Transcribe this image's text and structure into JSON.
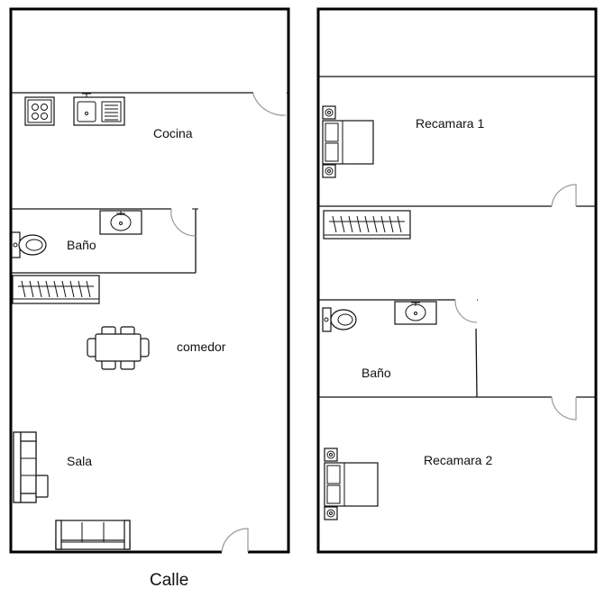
{
  "plan": {
    "rooms": {
      "cocina": "Cocina",
      "bano_1": "Baño",
      "comedor": "comedor",
      "sala": "Sala",
      "recamara_1": "Recamara 1",
      "bano_2": "Baño",
      "recamara_2": "Recamara 2"
    },
    "street": "Calle"
  },
  "colors": {
    "wall": "#000000",
    "door_swing": "#999999"
  }
}
